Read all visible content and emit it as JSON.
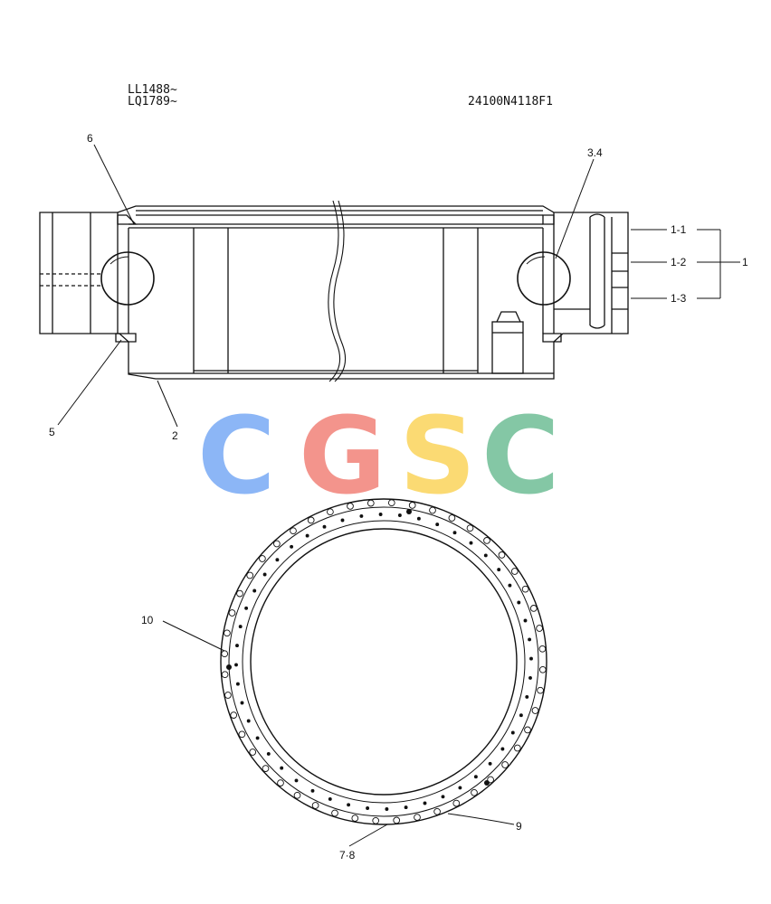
{
  "header": {
    "serial_ranges": [
      "LL1488~",
      "LQ1789~"
    ],
    "drawing_number": "24100N4118F1"
  },
  "callouts": {
    "part_6": "6",
    "part_3_4": "3.4",
    "part_1_1": "1-1",
    "part_1_2": "1-2",
    "part_1_3": "1-3",
    "part_1": "1",
    "part_5": "5",
    "part_2": "2",
    "part_10": "10",
    "part_9": "9",
    "part_7_8": "7·8"
  },
  "watermark": {
    "letters": [
      {
        "char": "C",
        "color": "#86b3f6"
      },
      {
        "char": "G",
        "color": "#f38f86"
      },
      {
        "char": "S",
        "color": "#fbd96c"
      },
      {
        "char": "C",
        "color": "#7ec5a1"
      }
    ]
  },
  "colors": {
    "line": "#111111",
    "background": "#ffffff"
  }
}
